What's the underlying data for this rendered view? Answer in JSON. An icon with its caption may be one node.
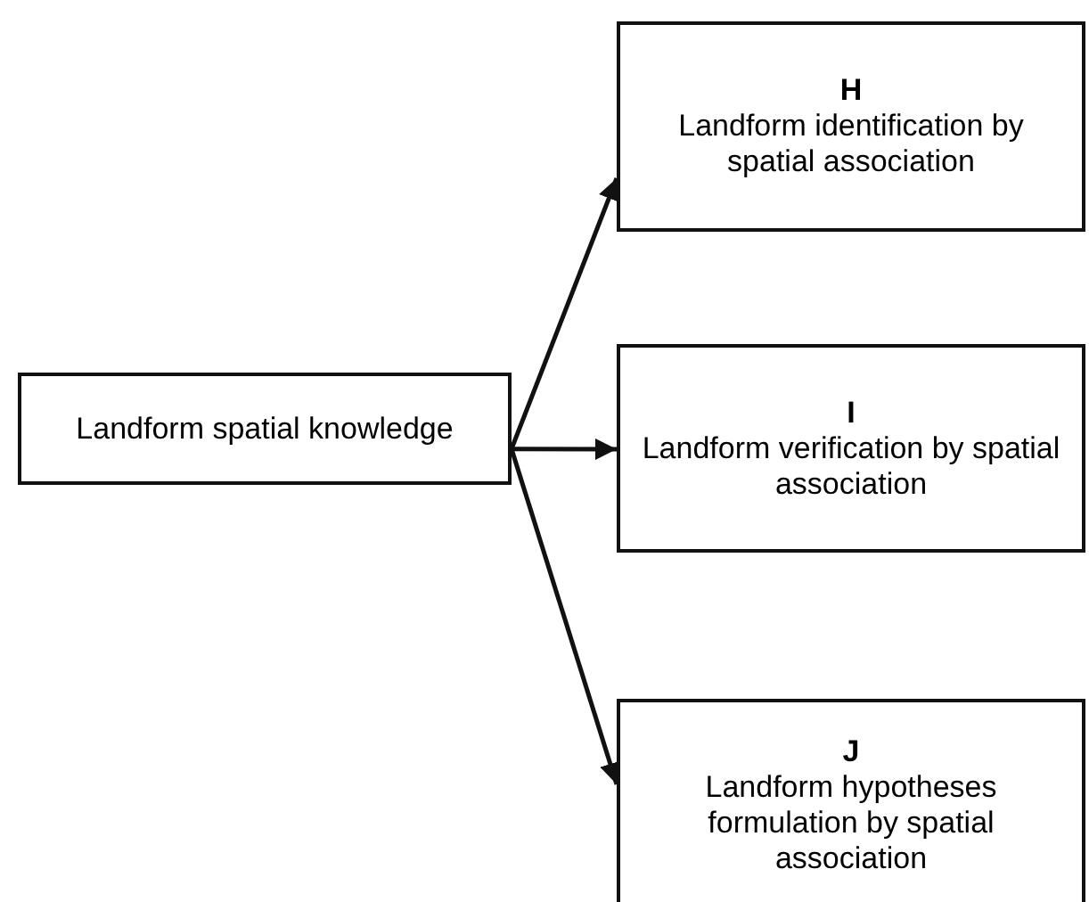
{
  "diagram": {
    "nodes": [
      {
        "text": [
          "Landform spatial knowledge"
        ]
      },
      {
        "text": [
          "H",
          "Landform identification by spatial association"
        ]
      },
      {
        "text": [
          "I",
          "Landform verification by spatial association"
        ]
      },
      {
        "text": [
          "J",
          "Landform hypotheses formulation by spatial association"
        ]
      }
    ],
    "edges": [
      {
        "from": 0,
        "to": 1,
        "arrow": "to"
      },
      {
        "from": 0,
        "to": 2,
        "arrow": "to"
      },
      {
        "from": 0,
        "to": 3,
        "arrow": "to"
      }
    ]
  }
}
